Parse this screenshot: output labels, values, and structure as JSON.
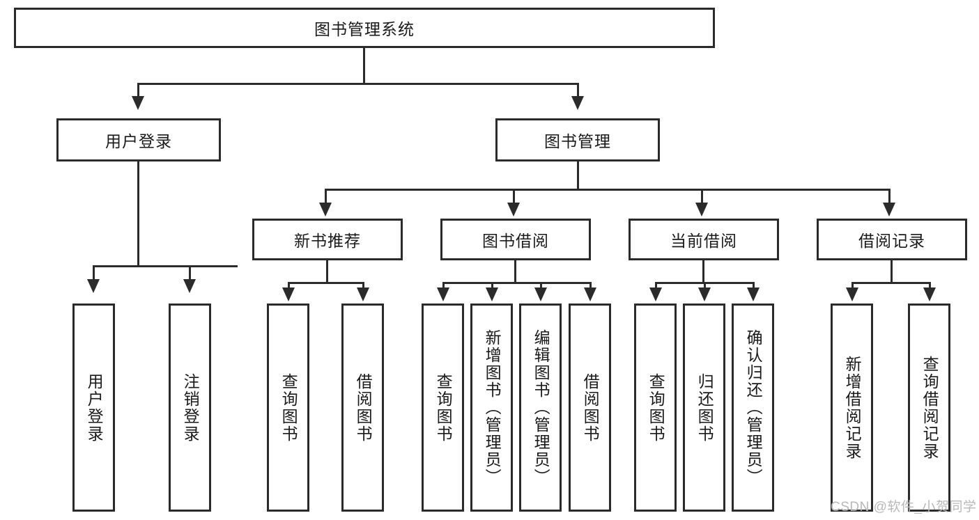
{
  "diagram": {
    "title": "图书管理系统",
    "type": "tree-hierarchy-diagram",
    "root": {
      "id": "root",
      "label": "图书管理系统"
    },
    "level2": [
      {
        "id": "user-login",
        "label": "用户登录"
      },
      {
        "id": "book-manage",
        "label": "图书管理"
      }
    ],
    "level3": [
      {
        "id": "new-book-recommend",
        "label": "新书推荐",
        "parent": "book-manage"
      },
      {
        "id": "book-borrow",
        "label": "图书借阅",
        "parent": "book-manage"
      },
      {
        "id": "current-borrow",
        "label": "当前借阅",
        "parent": "book-manage"
      },
      {
        "id": "borrow-record",
        "label": "借阅记录",
        "parent": "book-manage"
      }
    ],
    "leaves": {
      "user-login": [
        {
          "id": "leaf-user-login",
          "label": "用户登录"
        },
        {
          "id": "leaf-logout",
          "label": "注销登录"
        }
      ],
      "new-book-recommend": [
        {
          "id": "leaf-query-book-1",
          "label": "查询图书"
        },
        {
          "id": "leaf-borrow-book-1",
          "label": "借阅图书"
        }
      ],
      "book-borrow": [
        {
          "id": "leaf-query-book-2",
          "label": "查询图书"
        },
        {
          "id": "leaf-add-book",
          "label": "新增图书（管理员）"
        },
        {
          "id": "leaf-edit-book",
          "label": "编辑图书（管理员）"
        },
        {
          "id": "leaf-borrow-book-2",
          "label": "借阅图书"
        }
      ],
      "current-borrow": [
        {
          "id": "leaf-query-book-3",
          "label": "查询图书"
        },
        {
          "id": "leaf-return-book",
          "label": "归还图书"
        },
        {
          "id": "leaf-confirm-return",
          "label": "确认归还（管理员）"
        }
      ],
      "borrow-record": [
        {
          "id": "leaf-add-record",
          "label": "新增借阅记录"
        },
        {
          "id": "leaf-query-record",
          "label": "查询借阅记录"
        }
      ]
    },
    "colors": {
      "stroke": "#2b2b2b",
      "fill": "#ffffff",
      "text": "#1a1a1a",
      "watermark": "#b9b9b9"
    }
  },
  "watermark": {
    "text": "CSDN @软件_小贺同学"
  }
}
